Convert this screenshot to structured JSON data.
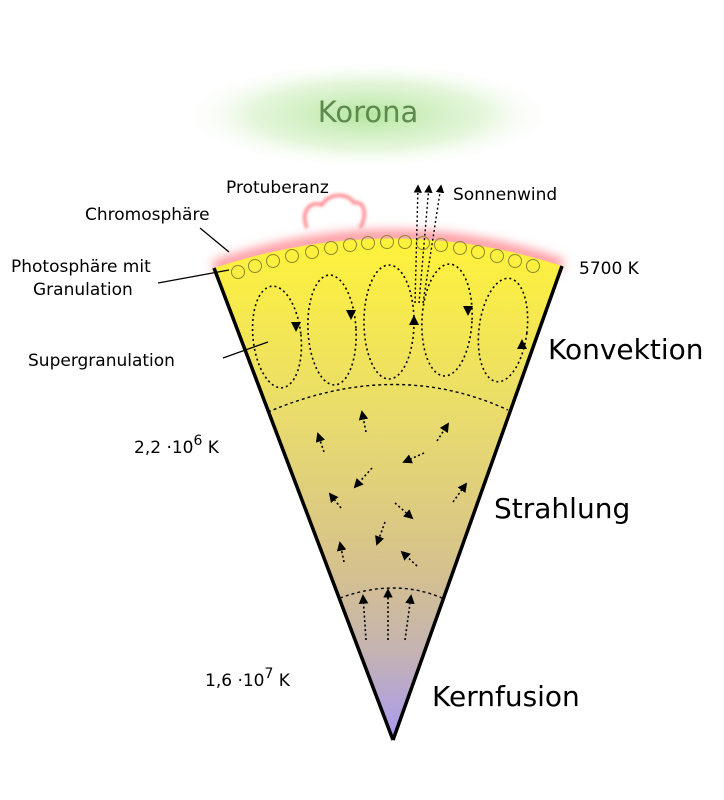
{
  "labels": {
    "korona": "Korona",
    "protuberanz": "Protuberanz",
    "sonnenwind": "Sonnenwind",
    "chromosphaere": "Chromosphäre",
    "photosphaere_line1": "Photosphäre mit",
    "photosphaere_line2": "Granulation",
    "supergranulation": "Supergranulation",
    "temp_surface": "5700 K",
    "konvektion": "Konvektion",
    "strahlung": "Strahlung",
    "kernfusion": "Kernfusion",
    "temp_mid_base": "2,2 ·10",
    "temp_mid_exp": "6",
    "temp_mid_unit": " K",
    "temp_core_base": "1,6 ·10",
    "temp_core_exp": "7",
    "temp_core_unit": " K"
  },
  "colors": {
    "surface": "#fff23a",
    "mid": "#e0cf7a",
    "core": "#a89af2",
    "chromosphere": "#ff6f7a",
    "corona": "#9bdd7f",
    "korona_text": "#5c8a4c"
  }
}
